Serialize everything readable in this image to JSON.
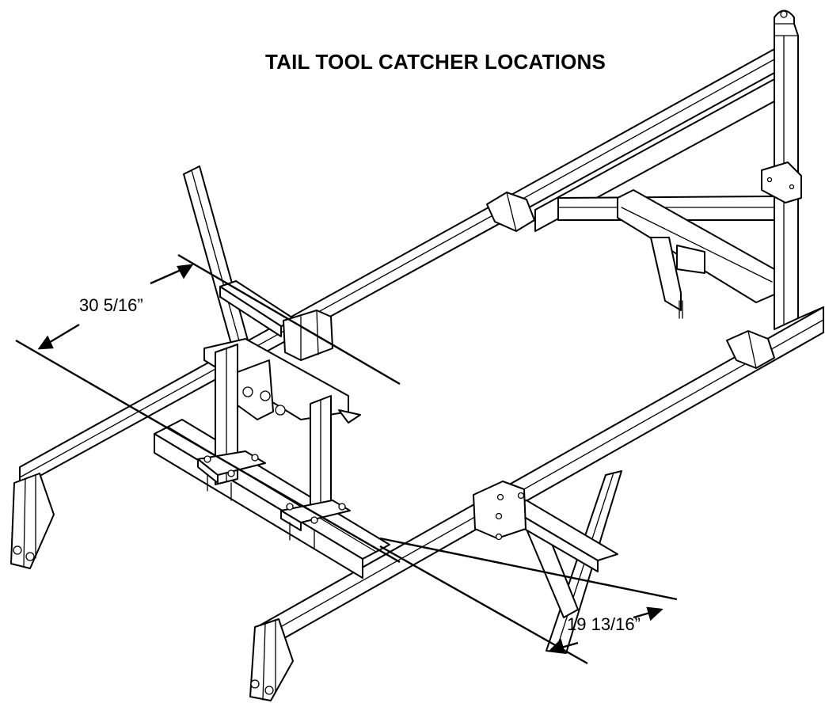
{
  "diagram": {
    "title": "TAIL TOOL CATCHER LOCATIONS",
    "dimensions": [
      {
        "label": "30 5/16”"
      },
      {
        "label": "19 13/16”"
      }
    ],
    "line_color": "#000000",
    "background": "#ffffff"
  }
}
